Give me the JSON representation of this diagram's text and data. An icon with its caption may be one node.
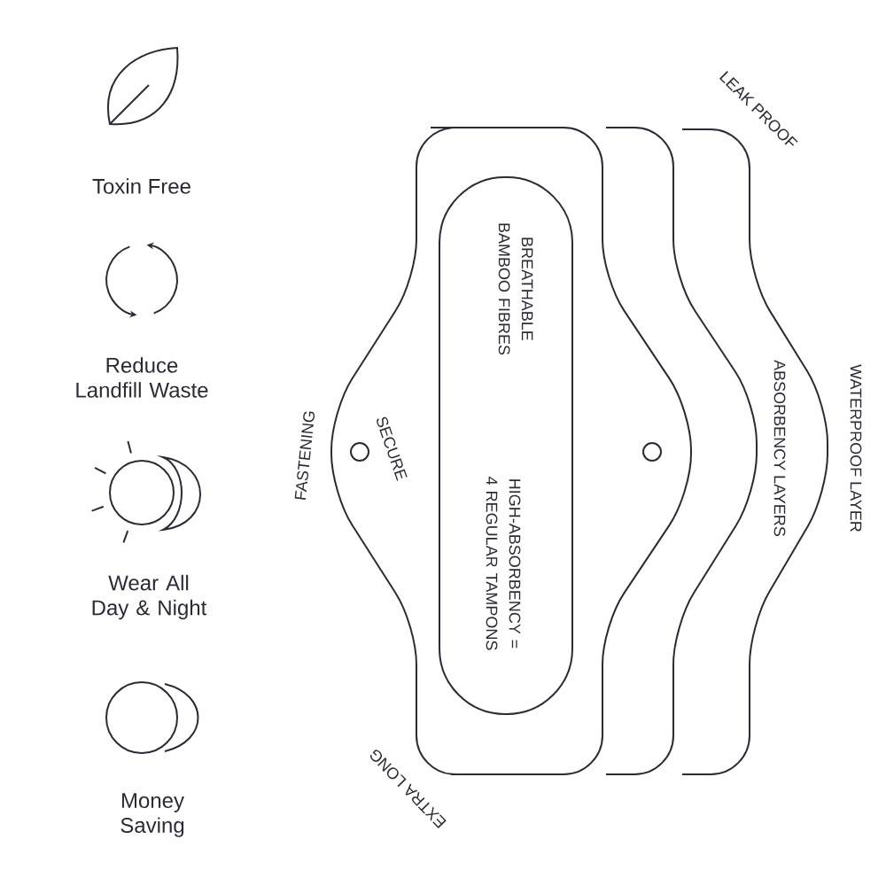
{
  "diagram": {
    "nodes": [
      {
        "text": [
          "BREATHABLE BAMBOO FIBRES",
          "HIGH-ABSORBENCY = 4 REGULAR TAMPONS"
        ]
      }
    ],
    "labels": [
      "Toxin Free",
      "Reduce Landfill Waste",
      "Wear All Day & Night",
      "Money Saving",
      "LEAK PROOF",
      "SECURE",
      "FASTENING",
      "ABSORBENCY LAYERS",
      "WATERPROOF LAYER",
      "EXTRA LONG"
    ]
  }
}
